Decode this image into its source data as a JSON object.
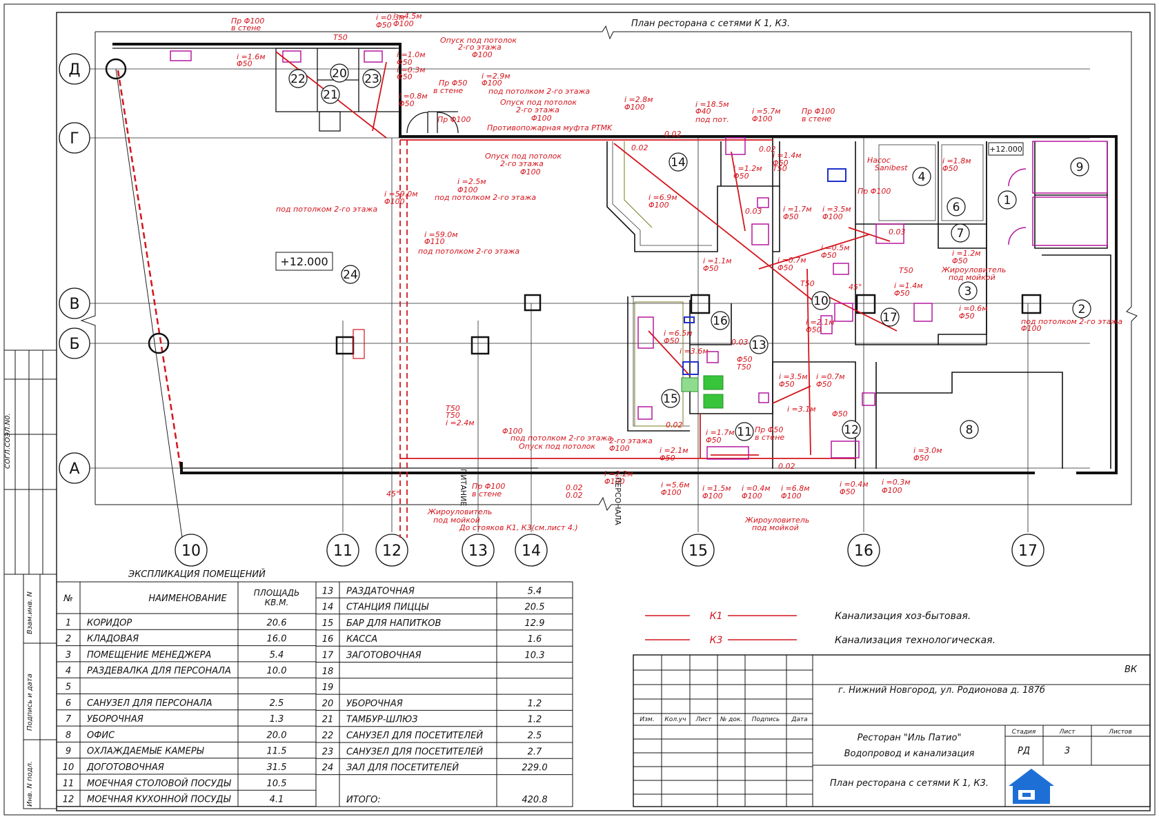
{
  "sheet": {
    "plan_title": "План ресторана  с сетями К 1, К3.",
    "level_mark_main": "+12.000",
    "level_mark_small": "+12.000",
    "colors": {
      "ink": "#111111",
      "pipe": "#d4141c",
      "frame": "#111111",
      "fixture": "#b5179e",
      "equipment": "#1d2fc9"
    }
  },
  "axes": {
    "rows": [
      "Д",
      "Г",
      "В",
      "Б",
      "А"
    ],
    "columns": [
      "10",
      "11",
      "12",
      "13",
      "14",
      "15",
      "16",
      "17"
    ]
  },
  "rooms": [
    "1",
    "2",
    "3",
    "4",
    "6",
    "7",
    "8",
    "9",
    "10",
    "11",
    "12",
    "13",
    "14",
    "15",
    "16",
    "17",
    "20",
    "21",
    "22",
    "23",
    "24"
  ],
  "pipe_labels": [
    "i =0.3м",
    "Φ50",
    "i =4.5м",
    "Φ100",
    "Пр Φ100",
    "в стене",
    "Т50",
    "i =1.6м",
    "Φ50",
    "Опуск под потолок",
    "2-го этажа",
    "Φ100",
    "i =1.0м",
    "Φ50",
    "i =0.3м",
    "Φ50",
    "Пр Φ50",
    "в стене",
    "i =0.8м",
    "Φ50",
    "i =2.9м",
    "Φ100",
    "под потолком 2-го этажа",
    "Опуск под потолок",
    "2-го этажа",
    "Φ100",
    "Пр Φ100",
    "Противопожарная муфта PTMK",
    "i =2.8м",
    "Φ100",
    "i =18.5м",
    "Φ40",
    "под пот.",
    "i =5.7м",
    "Φ100",
    "Пр Φ100",
    "в стене",
    "0.02",
    "0.02",
    "0.02",
    "Опуск под потолок",
    "2-го этажа",
    "Φ100",
    "i =2.5м",
    "Φ100",
    "под потолком 2-го этажа",
    "i =59.0м",
    "Φ100",
    "под потолком 2-го этажа",
    "i =59.0м",
    "Φ110",
    "под потолком 2-го этажа",
    "i =1.2м",
    "Φ50",
    "Т50",
    "i =1.4м",
    "Φ50",
    "Насос",
    "Sanibest",
    "i =1.8м",
    "Φ50",
    "Пр Φ100",
    "i =6.9м",
    "Φ100",
    "i =1.7м",
    "Φ50",
    "i =3.5м",
    "Φ100",
    "i =0.5м",
    "Φ50",
    "i =1.2м",
    "Φ50",
    "Жироуловитель",
    "под мойкой",
    "i =1.1м",
    "Φ50",
    "i =0.7м",
    "Φ50",
    "Т50",
    "Т50",
    "i =1.4м",
    "Φ50",
    "i =2.1м",
    "Φ50",
    "i =0.6м",
    "Φ50",
    "i =6.5м",
    "Φ50",
    "i =3.6м",
    "Φ50",
    "Т50",
    "i =3.5м",
    "Φ50",
    "i =0.7м",
    "Φ50",
    "i =3.1м",
    "Φ50",
    "Т50",
    "Т50",
    "i =2.4м",
    "Φ100",
    "под потолком 2-го этажа",
    "Опуск под потолок",
    "2-го этажа",
    "Φ100",
    "i =2.1м",
    "Φ50",
    "i =1.7м",
    "Φ50",
    "Пр Φ50",
    "в стене",
    "i =3.0м",
    "Φ50",
    "Пр Φ100",
    "в стене",
    "i =2.2м",
    "Φ100",
    "0.02",
    "0.02",
    "i =5.6м",
    "Φ100",
    "i =1.5м",
    "Φ100",
    "i =0.4м",
    "Φ100",
    "i =6.8м",
    "Φ100",
    "i =0.4м",
    "Φ50",
    "i =0.3м",
    "Φ100",
    "Жироуловитель",
    "под мойкой",
    "Жироуловитель",
    "под мойкой",
    "До стояков К1, К3(см.лист 4.)",
    "под потолком 2-го этажа",
    "Φ100",
    "ПИТАНИЕ",
    "ПЕРСОНАЛА",
    "0.02",
    "0.02",
    "0.03",
    "0.03",
    "0.03",
    "45°",
    "45°"
  ],
  "explication": {
    "title": "ЭКСПЛИКАЦИЯ ПОМЕЩЕНИЙ",
    "headers": {
      "num": "№",
      "name": "НАИМЕНОВАНИЕ",
      "area": "ПЛОЩАДЬ КВ.М."
    },
    "left": [
      {
        "n": "1",
        "name": "КОРИДОР",
        "area": "20.6"
      },
      {
        "n": "2",
        "name": "КЛАДОВАЯ",
        "area": "16.0"
      },
      {
        "n": "3",
        "name": "ПОМЕЩЕНИЕ МЕНЕДЖЕРА",
        "area": "5.4"
      },
      {
        "n": "4",
        "name": "РАЗДЕВАЛКА ДЛЯ ПЕРСОНАЛА",
        "area": "10.0"
      },
      {
        "n": "5",
        "name": "",
        "area": ""
      },
      {
        "n": "6",
        "name": "САНУЗЕЛ ДЛЯ ПЕРСОНАЛА",
        "area": "2.5"
      },
      {
        "n": "7",
        "name": "УБОРОЧНАЯ",
        "area": "1.3"
      },
      {
        "n": "8",
        "name": "ОФИС",
        "area": "20.0"
      },
      {
        "n": "9",
        "name": "ОХЛАЖДАЕМЫЕ КАМЕРЫ",
        "area": "11.5"
      },
      {
        "n": "10",
        "name": "ДОГОТОВОЧНАЯ",
        "area": "31.5"
      },
      {
        "n": "11",
        "name": "МОЕЧНАЯ СТОЛОВОЙ ПОСУДЫ",
        "area": "10.5"
      },
      {
        "n": "12",
        "name": "МОЕЧНАЯ КУХОННОЙ ПОСУДЫ",
        "area": "4.1"
      }
    ],
    "right": [
      {
        "n": "13",
        "name": "РАЗДАТОЧНАЯ",
        "area": "5.4"
      },
      {
        "n": "14",
        "name": "СТАНЦИЯ ПИЦЦЫ",
        "area": "20.5"
      },
      {
        "n": "15",
        "name": "БАР ДЛЯ НАПИТКОВ",
        "area": "12.9"
      },
      {
        "n": "16",
        "name": "КАССА",
        "area": "1.6"
      },
      {
        "n": "17",
        "name": "ЗАГОТОВОЧНАЯ",
        "area": "10.3"
      },
      {
        "n": "18",
        "name": "",
        "area": ""
      },
      {
        "n": "19",
        "name": "",
        "area": ""
      },
      {
        "n": "20",
        "name": "УБОРОЧНАЯ",
        "area": "1.2"
      },
      {
        "n": "21",
        "name": "ТАМБУР-ШЛЮЗ",
        "area": "1.2"
      },
      {
        "n": "22",
        "name": "САНУЗЕЛ ДЛЯ ПОСЕТИТЕЛЕЙ",
        "area": "2.5"
      },
      {
        "n": "23",
        "name": "САНУЗЕЛ ДЛЯ ПОСЕТИТЕЛЕЙ",
        "area": "2.7"
      },
      {
        "n": "24",
        "name": "ЗАЛ ДЛЯ ПОСЕТИТЕЛЕЙ",
        "area": "229.0"
      }
    ],
    "total_label": "ИТОГО:",
    "total_value": "420.8"
  },
  "legend": [
    {
      "code": "К1",
      "text": "Канализация хоз-бытовая."
    },
    {
      "code": "К3",
      "text": "Канализация технологическая."
    }
  ],
  "stamp": {
    "code": "ВК",
    "address": "г. Нижний Новгород, ул. Родионова д. 187б",
    "col_headers": [
      "Изм.",
      "Кол.уч",
      "Лист",
      "№ док.",
      "Подпись",
      "Дата"
    ],
    "project_title": "Ресторан \"Иль Патио\"",
    "project_subtitle": "Водопровод и канализация",
    "sheet_title": "План ресторана  с сетями К 1, К3.",
    "stage_label": "Стадия",
    "sheet_label": "Лист",
    "sheets_label": "Листов",
    "stage": "РД",
    "sheet_no": "3"
  },
  "side_stamp": {
    "labels": [
      "Взам.инв. N",
      "Подпись и дата",
      "Инв. N подл."
    ],
    "code": "СОГЛ.СОЭЛ.N0."
  }
}
